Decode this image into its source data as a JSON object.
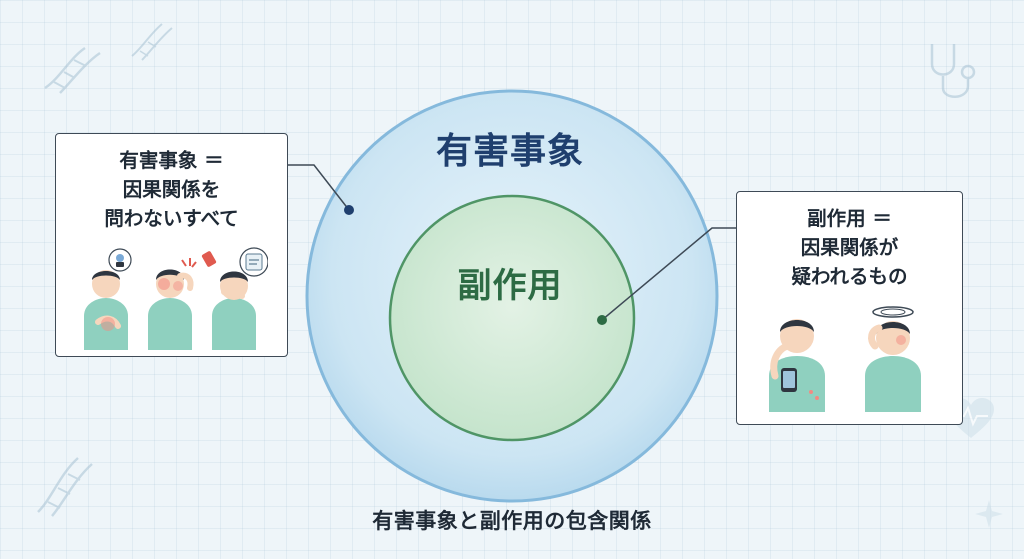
{
  "diagram": {
    "outer_circle": {
      "label": "有害事象",
      "fill": "#cfe8f5",
      "stroke": "#7fb4d8"
    },
    "inner_circle": {
      "label": "副作用",
      "fill": "#cfe9d2",
      "stroke": "#4f9566"
    },
    "left_callout": {
      "lines": [
        "有害事象 ＝",
        "因果関係を",
        "問わないすべて"
      ],
      "illustration": "people-with-pain-icons"
    },
    "right_callout": {
      "lines": [
        "副作用 ＝",
        "因果関係が",
        "疑われるもの"
      ],
      "illustration": "people-taking-medicine-icons"
    },
    "caption": "有害事象と副作用の包含関係"
  },
  "icons": [
    "dna-icon",
    "stethoscope-icon",
    "heart-pulse-icon",
    "sparkle-icon"
  ],
  "colors": {
    "background": "#eef5f9",
    "text_dark": "#1f2a36",
    "outer_label": "#1f3f6e",
    "inner_label": "#2d6b44"
  }
}
